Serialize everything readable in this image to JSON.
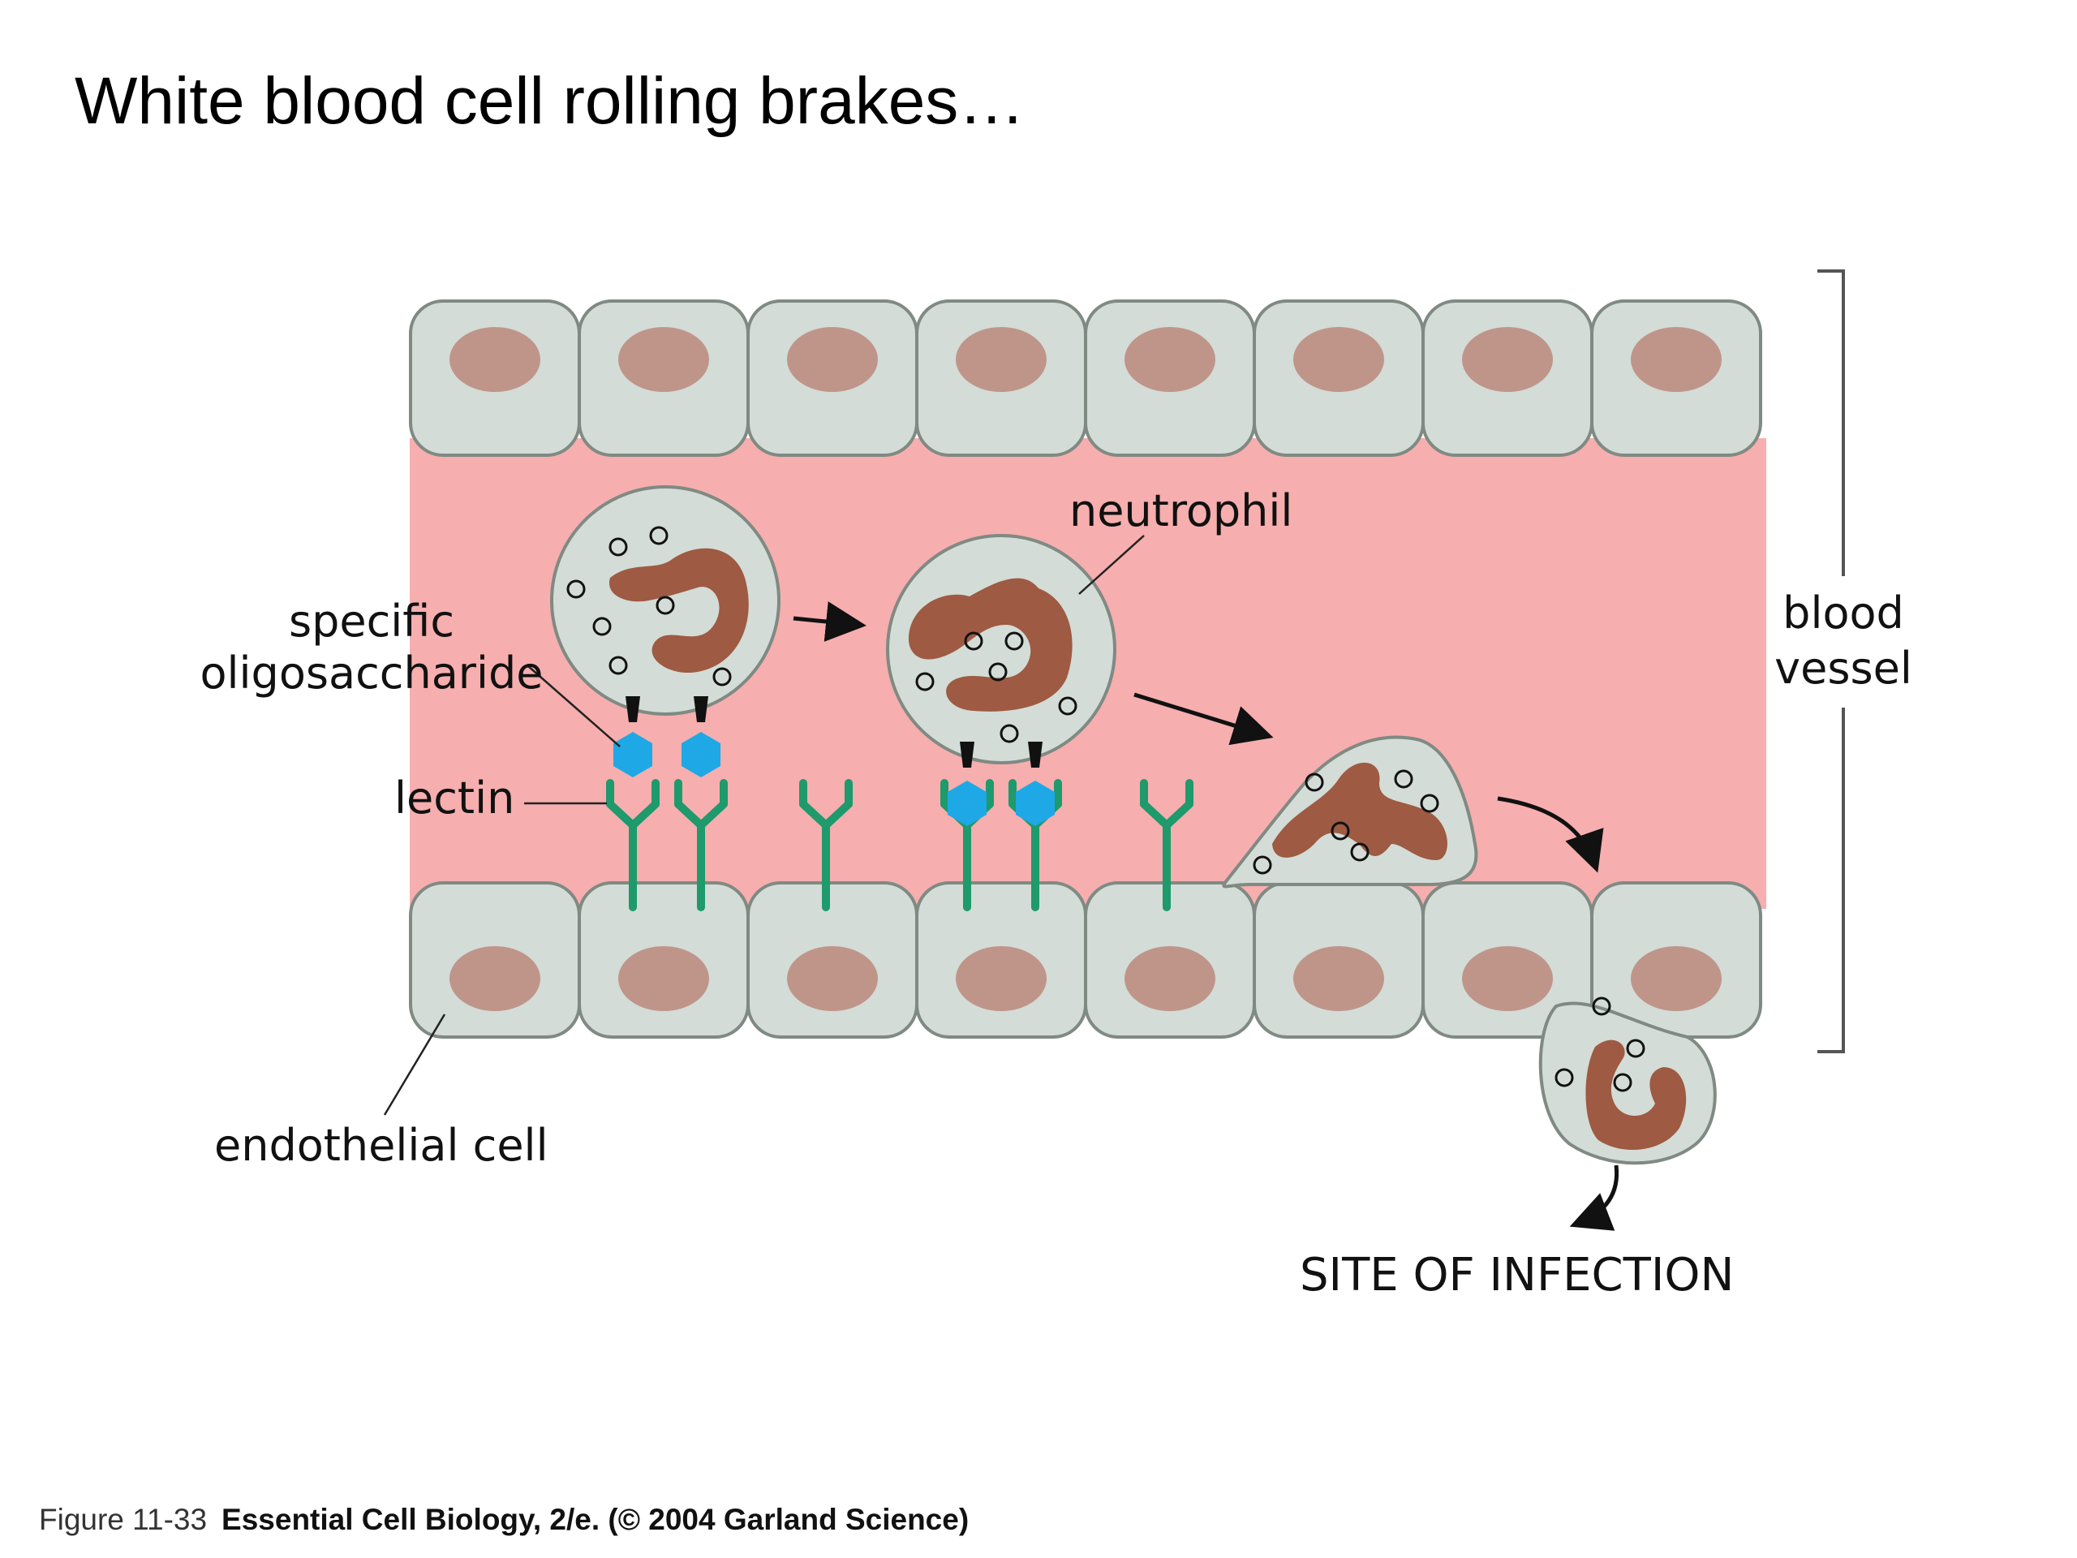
{
  "title": "White blood cell rolling brakes…",
  "labels": {
    "neutrophil": "neutrophil",
    "specific_line1": "specific",
    "specific_line2": "oligosaccharide",
    "lectin": "lectin",
    "blood_line1": "blood",
    "blood_line2": "vessel",
    "endothelial": "endothelial cell",
    "site": "SITE OF INFECTION"
  },
  "caption": {
    "figure": "Figure 11-33",
    "source": "Essential Cell Biology, 2/e. (© 2004 Garland Science)"
  },
  "colors": {
    "vessel_lumen": "#f6aeae",
    "endothelial_cell": "#d3dcd6",
    "endothelial_nucleus": "#bf958a",
    "neutrophil_body": "#d3dcd6",
    "neutrophil_nucleus": "#9e5a42",
    "lectin": "#1e9a6c",
    "oligosaccharide": "#1ea8e6"
  }
}
